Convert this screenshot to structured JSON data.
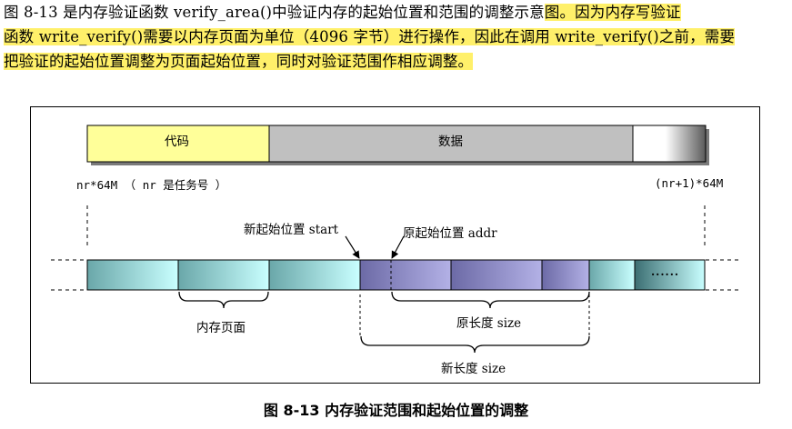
{
  "paragraph": {
    "line1_plain": "    图 8-13 是内存验证函数 verify_area()中验证内存的起始位置和范围的调整示意",
    "line1_highlight": "图。因为内存写验证",
    "line2": "函数 write_verify()需要以内存页面为单位（4096 字节）进行操作，因此在调用 write_verify()之前，需要",
    "line3": "把验证的起始位置调整为页面起始位置，同时对验证范围作相应调整。"
  },
  "figure": {
    "segment_code": "代码",
    "segment_data": "数据",
    "left_address": "nr*64M （ nr 是任务号 ）",
    "right_address": "(nr+1)*64M",
    "new_start_label": "新起始位置 start",
    "orig_addr_label": "原起始位置 addr",
    "ellipsis": "......",
    "page_label": "内存页面",
    "orig_size_label": "原长度 size",
    "new_size_label": "新长度 size"
  },
  "caption": "图 8-13  内存验证范围和起始位置的调整",
  "colors": {
    "highlight": "#fff06a",
    "code_segment": "#ffff99",
    "data_segment": "#c0c0c0",
    "page_teal_dark": "#6aa7a9",
    "page_teal_light": "#c9ffff",
    "page_purple_dark": "#6c6aa6",
    "page_purple_light": "#b3b1e6"
  }
}
